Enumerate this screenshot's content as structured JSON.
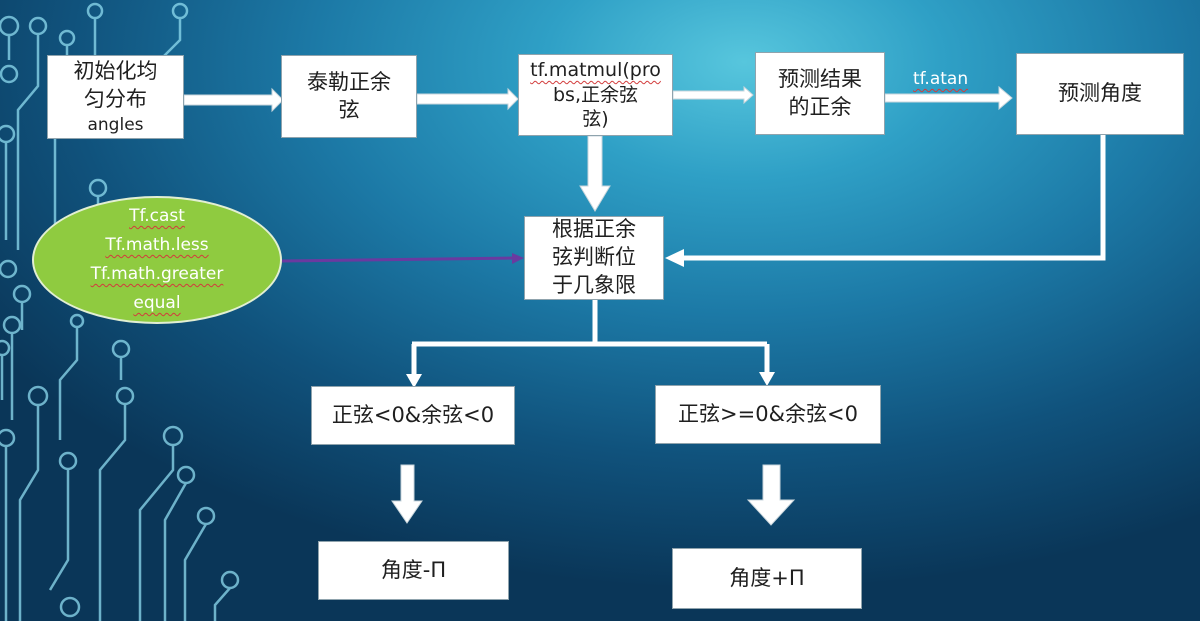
{
  "flowchart": {
    "init": {
      "line1": "初始化均",
      "line2": "匀分布",
      "line3": "angles"
    },
    "taylor": {
      "line1": "泰勒正余",
      "line2": "弦"
    },
    "matmul": {
      "line1": "tf.matmul(pro",
      "line2": "bs,正余弦",
      "line3": "弦)"
    },
    "predict_cos": {
      "line1": "预测结果",
      "line2": "的正余"
    },
    "atan_label": "tf.atan",
    "predict_angle": "预测角度",
    "quadrant": {
      "line1": "根据正余",
      "line2": "弦判断位",
      "line3": "于几象限"
    },
    "tf_ops": [
      "Tf.cast",
      "Tf.math.less",
      "Tf.math.greater",
      "equal"
    ],
    "cond_left": "正弦<0&余弦<0",
    "cond_right": "正弦>=0&余弦<0",
    "result_left": "角度-Π",
    "result_right": "角度+Π"
  },
  "colors": {
    "background": "#1c79a6",
    "box_fill": "#ffffff",
    "arrow": "#ffffff",
    "ellipse_fill": "#8fcb40",
    "connector": "#6a3aa0",
    "circuit": "#8fdcf0"
  }
}
